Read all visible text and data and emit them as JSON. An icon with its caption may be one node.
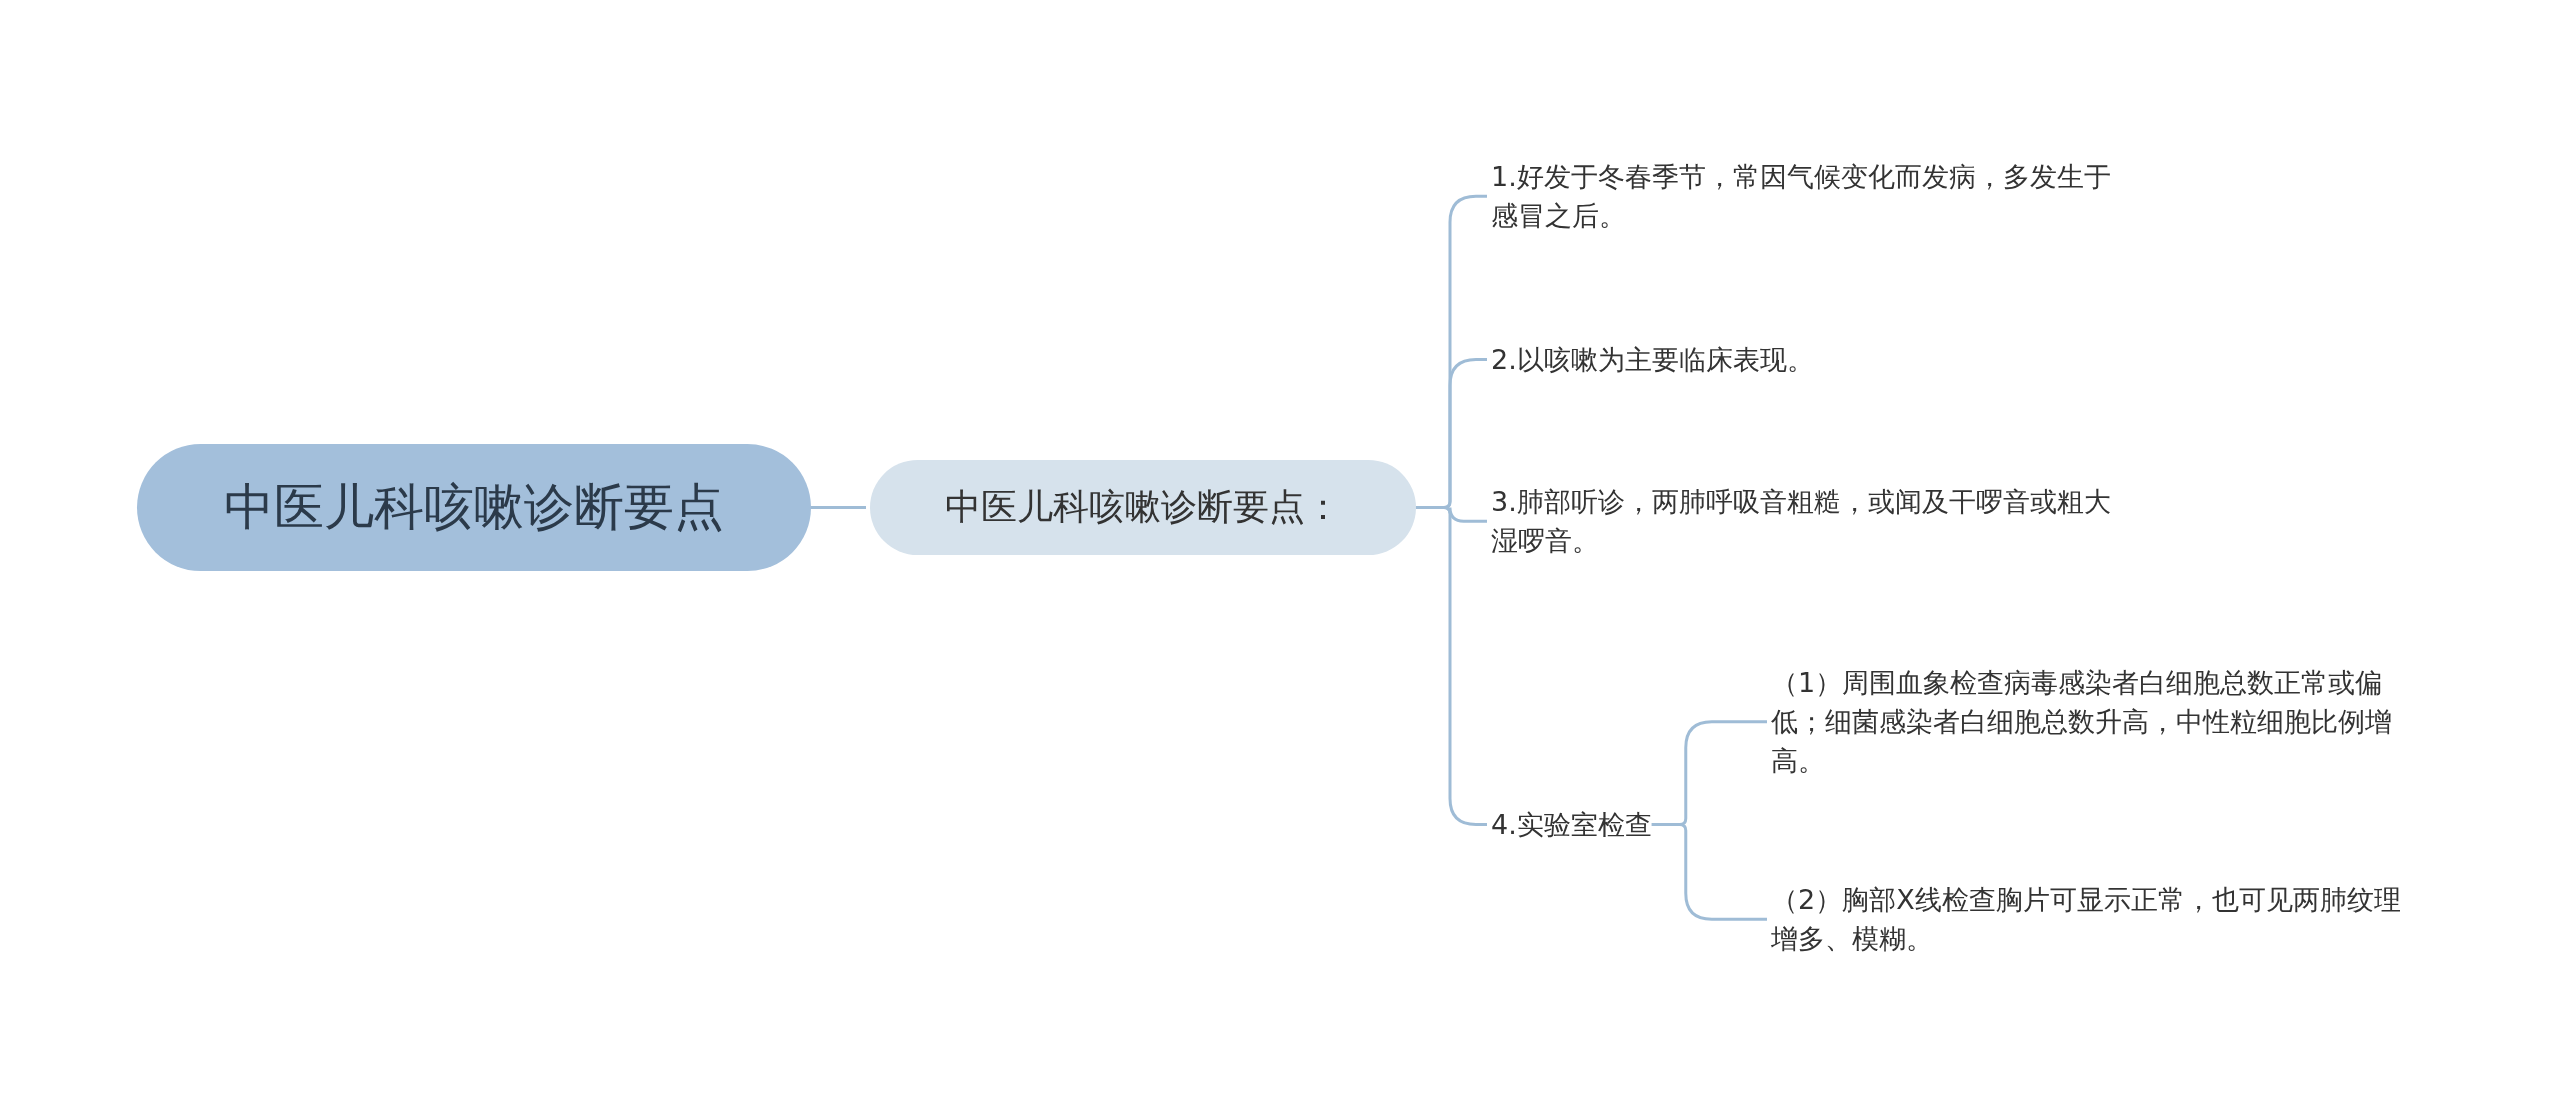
{
  "diagram": {
    "nodes": [
      {
        "text": [
          "中医儿科咳嗽诊断要点"
        ]
      },
      {
        "text": [
          "中医儿科咳嗽诊断要点："
        ]
      },
      {
        "text": [
          "1.好发于冬春季节，常因气候变化而发病，多发生于感冒之后。"
        ]
      },
      {
        "text": [
          "2.以咳嗽为主要临床表现。"
        ]
      },
      {
        "text": [
          "3.肺部听诊，两肺呼吸音粗糙，或闻及干啰音或粗大湿啰音。"
        ]
      },
      {
        "text": [
          "4.实验室检查"
        ]
      },
      {
        "text": [
          "（1）周围血象检查病毒感染者白细胞总数正常或偏低；细菌感染者白细胞总数升高，中性粒细胞比例增高。"
        ]
      },
      {
        "text": [
          "（2）胸部X线检查胸片可显示正常，也可见两肺纹理增多、模糊。"
        ]
      }
    ],
    "edges": [
      {
        "from": 0,
        "to": 1,
        "arrow": "none"
      },
      {
        "from": 1,
        "to": 2,
        "arrow": "none"
      },
      {
        "from": 1,
        "to": 3,
        "arrow": "none"
      },
      {
        "from": 1,
        "to": 4,
        "arrow": "none"
      },
      {
        "from": 1,
        "to": 5,
        "arrow": "none"
      },
      {
        "from": 5,
        "to": 6,
        "arrow": "none"
      },
      {
        "from": 5,
        "to": 7,
        "arrow": "none"
      }
    ]
  }
}
